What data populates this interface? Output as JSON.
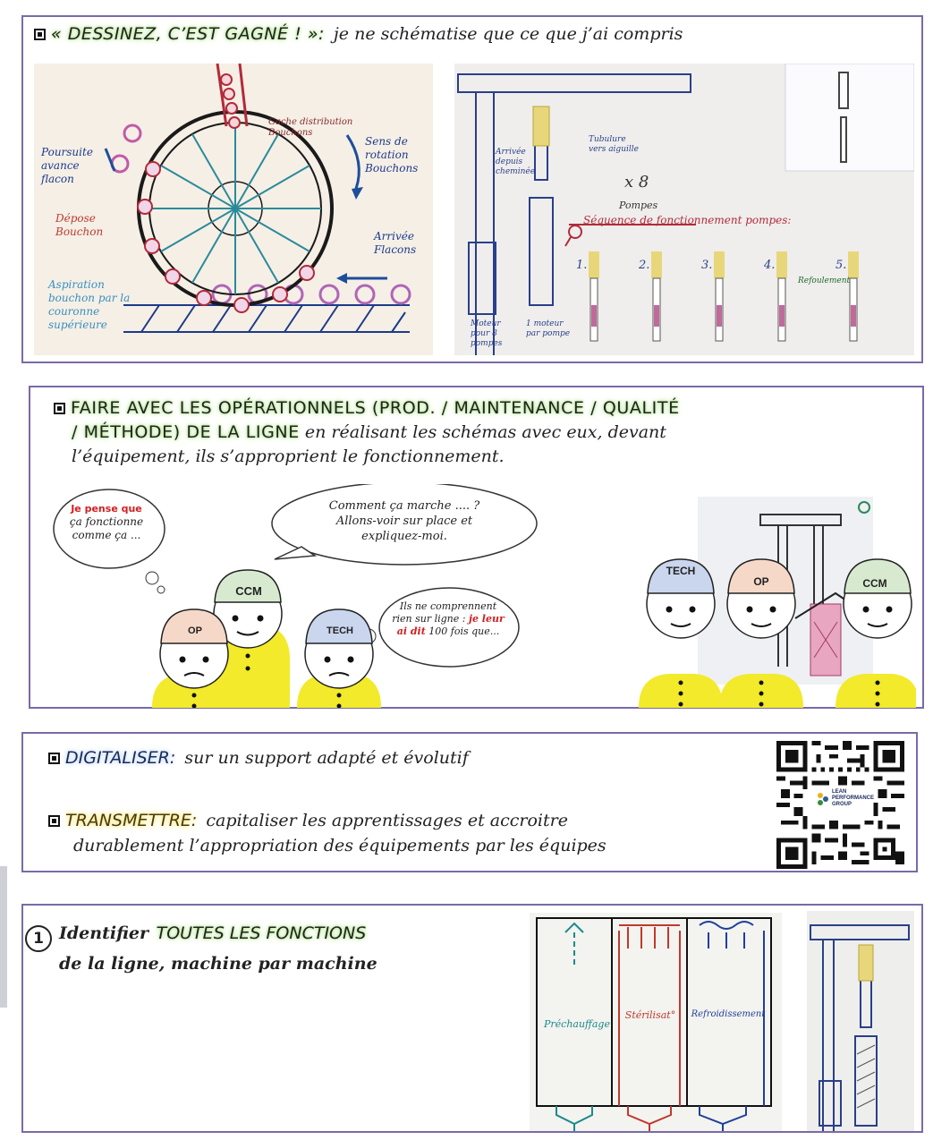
{
  "section1": {
    "title_caps": "« DESSINEZ, C’EST GAGNÉ ! »:",
    "title_rest": "je ne schématise que ce que j’ai compris",
    "photo1": {
      "labels": [
        "Poursuite avance flacon",
        "Dépose Bouchon",
        "Aspiration bouchon par la couronne supérieure",
        "Gache distribution Bouchons",
        "Sens de rotation Bouchons",
        "Arrivée Flacons"
      ]
    },
    "photo2": {
      "labels": [
        "Tubulure vers aiguille",
        "Arrivée depuis cheminée",
        "x 8",
        "Pompes",
        "Séquence de fonctionnement pompes:",
        "Refoulement",
        "Moteur pour 8 pompes",
        "1 moteur par pompe"
      ],
      "steps": [
        "1.",
        "2.",
        "3.",
        "4.",
        "5."
      ]
    }
  },
  "section2": {
    "title_caps": "FAIRE AVEC LES OPÉRATIONNELS (PROD. / MAINTENANCE / QUALITÉ / MÉTHODE) DE LA LIGNE",
    "title_line1_caps": "FAIRE AVEC LES OPÉRATIONNELS (PROD. / MAINTENANCE / QUALITÉ",
    "title_line2_caps": "/ MÉTHODE) DE LA LIGNE",
    "title_line2_rest": "en réalisant les schémas avec eux, devant",
    "title_line3": "l’équipement, ils s’approprient le fonctionnement.",
    "bubble_left": {
      "red": "Je pense que",
      "rest": "ça fonctionne comme ça ..."
    },
    "bubble_top": "Comment ça marche .... ? Allons-voir sur place et expliquez-moi.",
    "bubble_right": {
      "pre": "Ils ne comprennent rien sur ligne :",
      "red": "je leur ai dit",
      "post": "100 fois que..."
    },
    "helmets_left": [
      "CCM",
      "OP",
      "TECH"
    ],
    "helmets_right": [
      "TECH",
      "OP",
      "CCM"
    ]
  },
  "section3": {
    "line1_caps": "DIGITALISER:",
    "line1_rest": "sur un support adapté et évolutif",
    "line2_caps": "TRANSMETTRE:",
    "line2_rest": "capitaliser les apprentissages et accroitre",
    "line3": "durablement l’appropriation des équipements par les équipes",
    "logo_text": [
      "LEAN",
      "PERFORMANCE",
      "GROUP"
    ]
  },
  "section4": {
    "number": "1",
    "line1_pre": "Identifier",
    "line1_caps": "TOUTES LES FONCTIONS",
    "line2": "de la ligne, machine par machine",
    "photo_labels": [
      "Préchauffage",
      "Stérilisat°",
      "Refroidissement"
    ]
  },
  "colors": {
    "border": "#7a6aa8",
    "helmet_ccm": "#d7ead0",
    "helmet_op": "#f6d8c8",
    "helmet_tech": "#c9d6ee",
    "vest": "#f2ea2a",
    "red_text": "#d22020"
  }
}
